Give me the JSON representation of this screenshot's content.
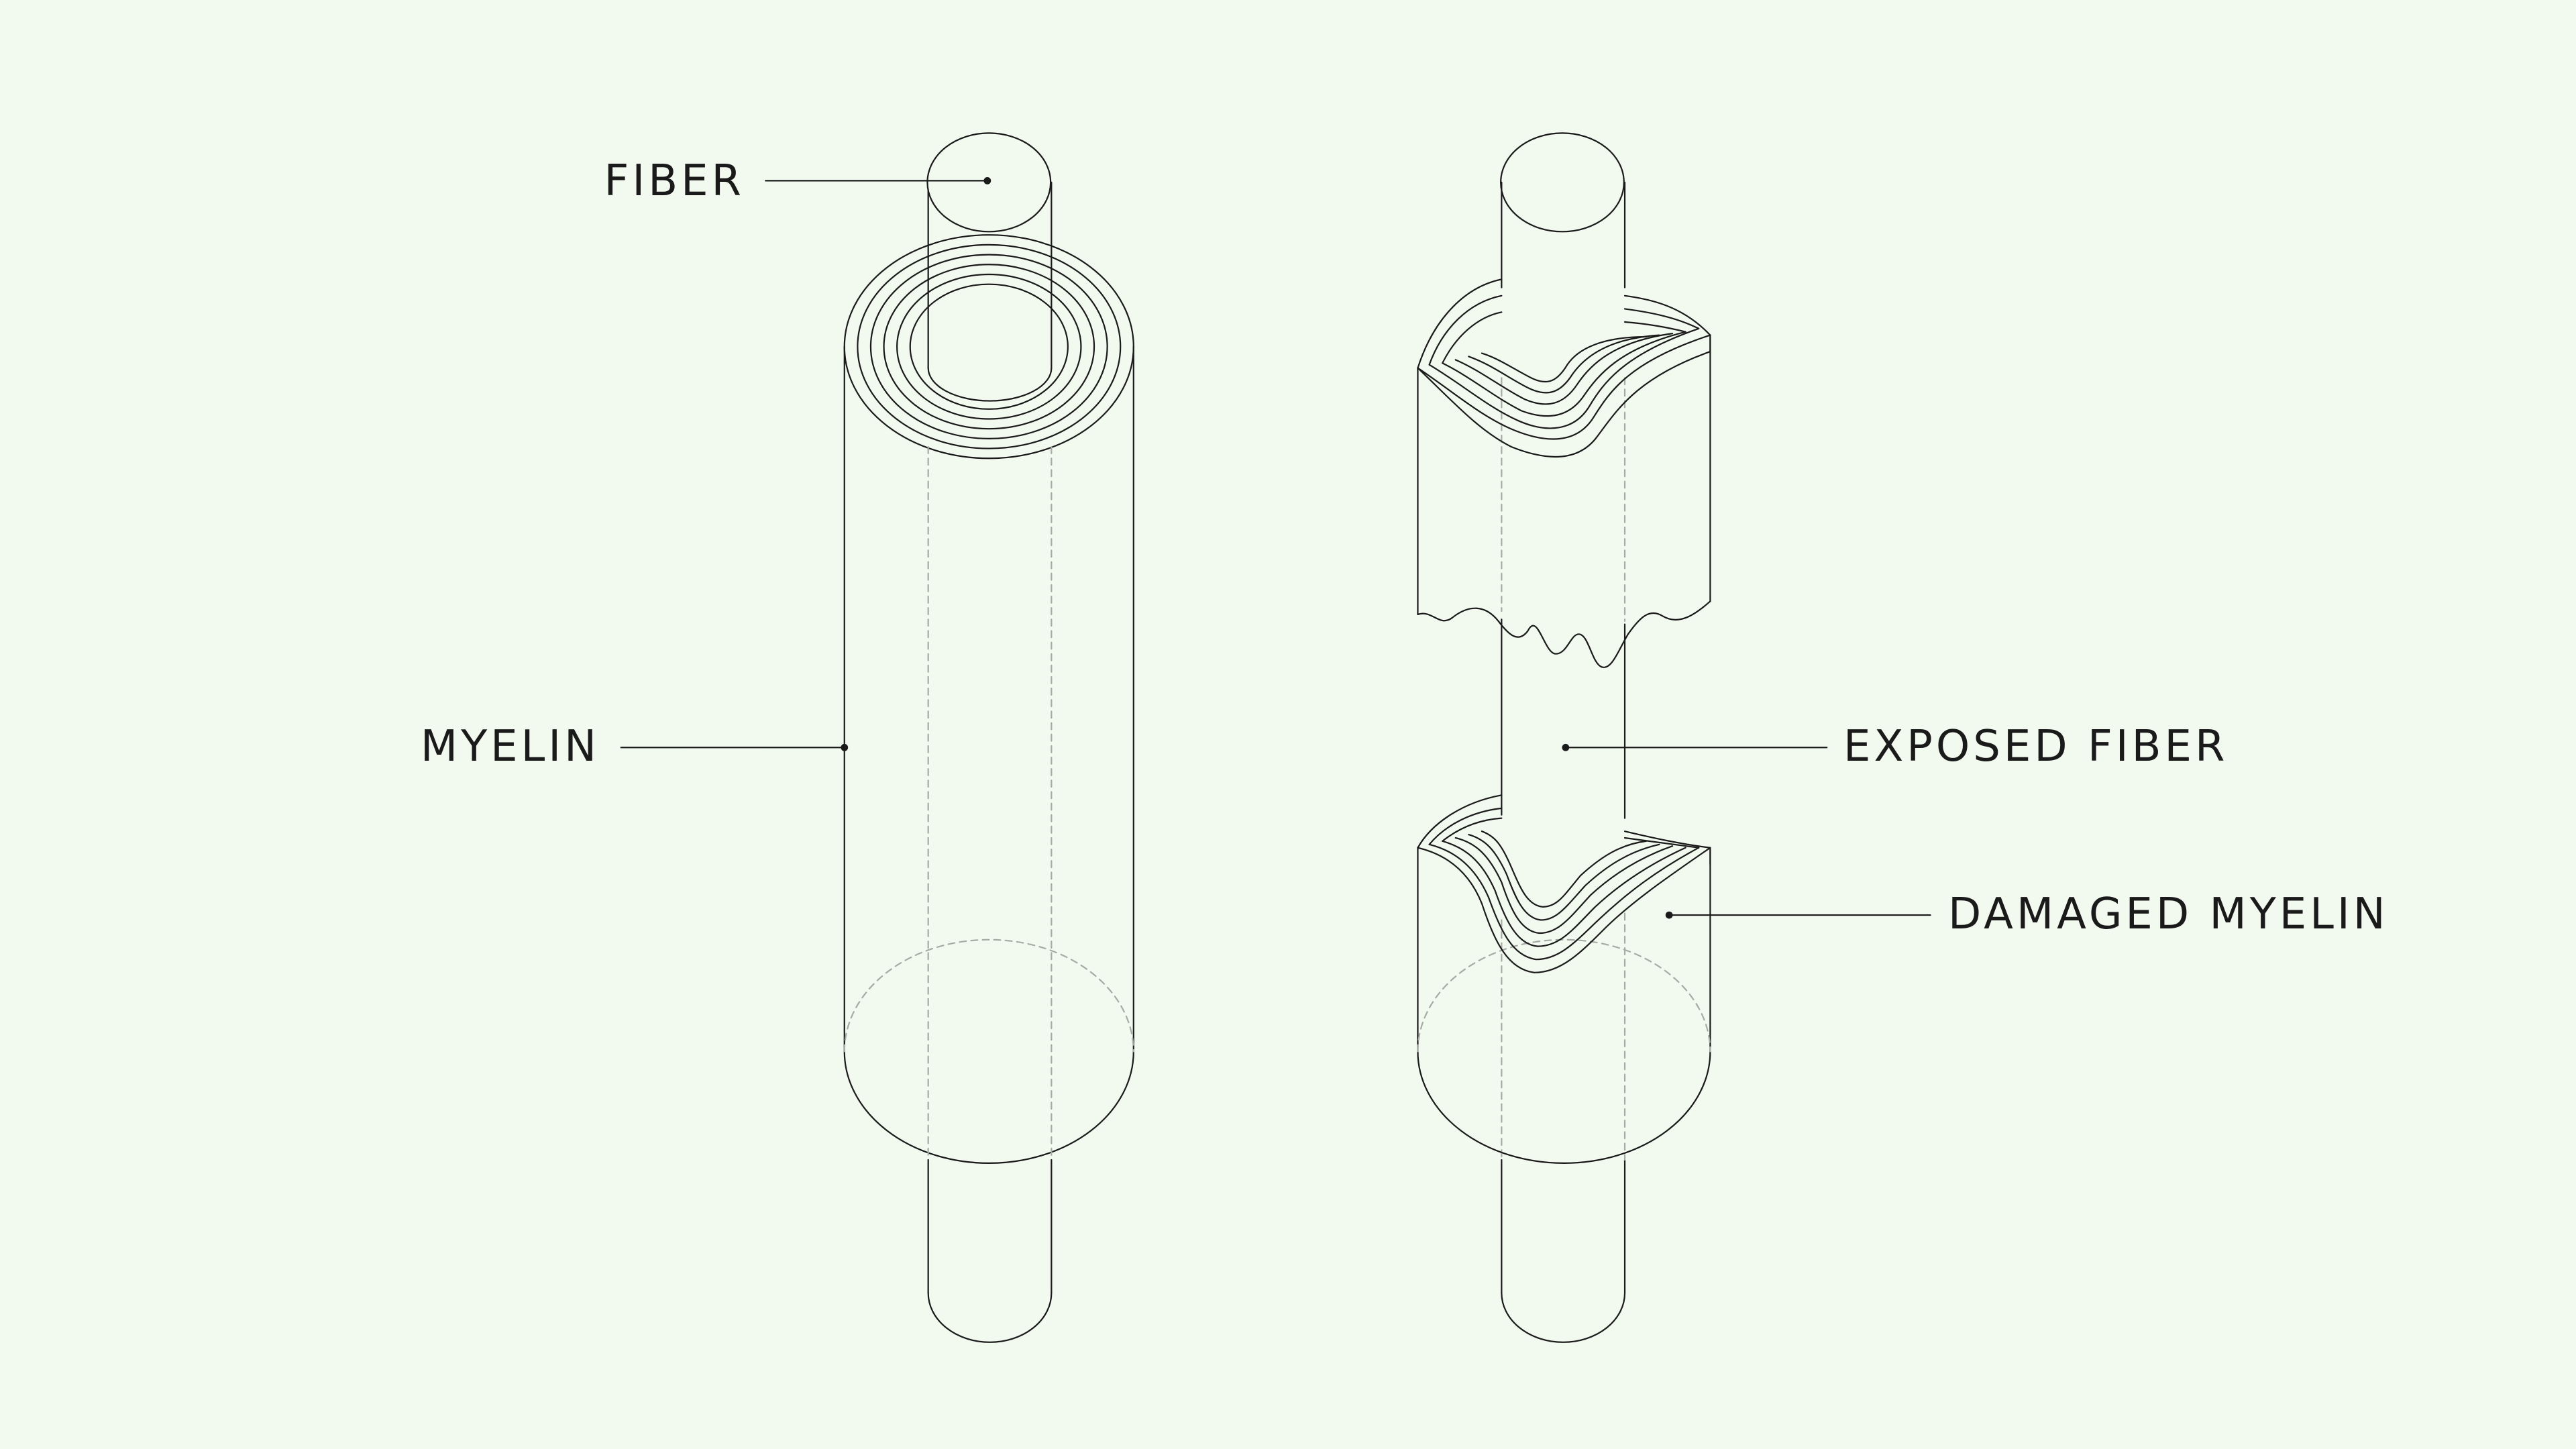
{
  "labels": {
    "fiber": "FIBER",
    "myelin": "MYELIN",
    "exposed_fiber": "EXPOSED FIBER",
    "damaged_myelin": "DAMAGED MYELIN"
  },
  "colors": {
    "background": "#f2f9ef",
    "stroke": "#1a1a1a",
    "hidden_line": "#a6aba4"
  }
}
